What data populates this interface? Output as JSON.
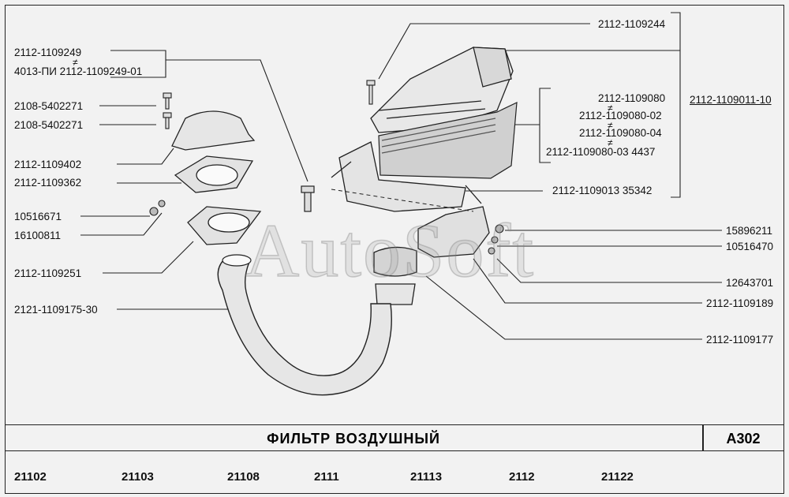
{
  "diagram": {
    "title": "ФИЛЬТР   ВОЗДУШНЫЙ",
    "code": "A302",
    "watermark": "AutoSoft",
    "neq_symbol": "≠",
    "labels": {
      "p01": "2112-1109244",
      "p02": "2112-1109249",
      "p03": "4013-ПИ  2112-1109249-01",
      "p04": "2112-1109011-10",
      "p05": "2112-1109080",
      "p06": "2112-1109080-02",
      "p07": "2112-1109080-04",
      "p08": "2112-1109080-03  4437",
      "p09": "2108-5402271",
      "p10": "2108-5402271",
      "p11": "2112-1109402",
      "p12": "2112-1109362",
      "p13": "2112-1109013  35342",
      "p14": "10516671",
      "p15": "16100811",
      "p16": "15896211",
      "p17": "10516470",
      "p18": "2112-1109251",
      "p19": "12643701",
      "p20": "2121-1109175-30",
      "p21": "2112-1109189",
      "p22": "2112-1109177"
    }
  },
  "models": [
    "21102",
    "21103",
    "21108",
    "2111",
    "21113",
    "2112",
    "21122"
  ]
}
